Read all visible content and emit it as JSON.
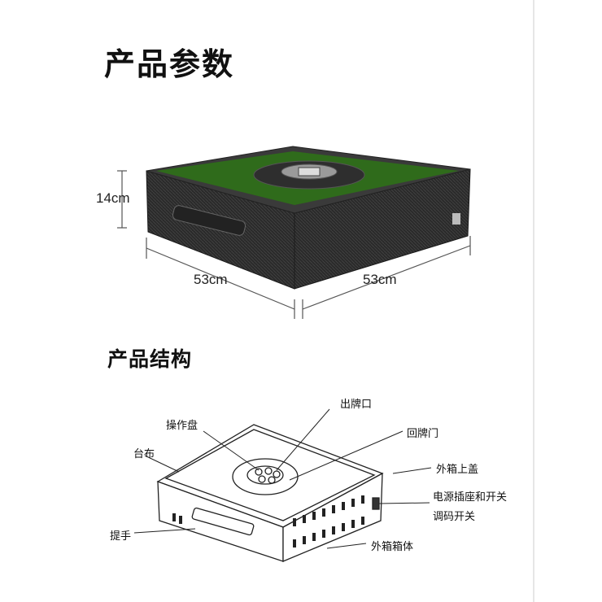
{
  "titles": {
    "params": "产品参数",
    "structure": "产品结构"
  },
  "dimensions": {
    "height": "14cm",
    "width": "53cm",
    "depth": "53cm"
  },
  "parts": {
    "card_outlet": "出牌口",
    "control_panel": "操作盘",
    "return_gate": "回牌门",
    "table_cloth": "台布",
    "outer_lid": "外箱上盖",
    "power_socket": "电源插座和开关",
    "tuning_switch": "调码开关",
    "handle": "提手",
    "outer_box": "外箱箱体"
  },
  "colors": {
    "felt": "#2f6b1b",
    "body": "#2b2b2b",
    "frame": "#3a3a3a"
  }
}
